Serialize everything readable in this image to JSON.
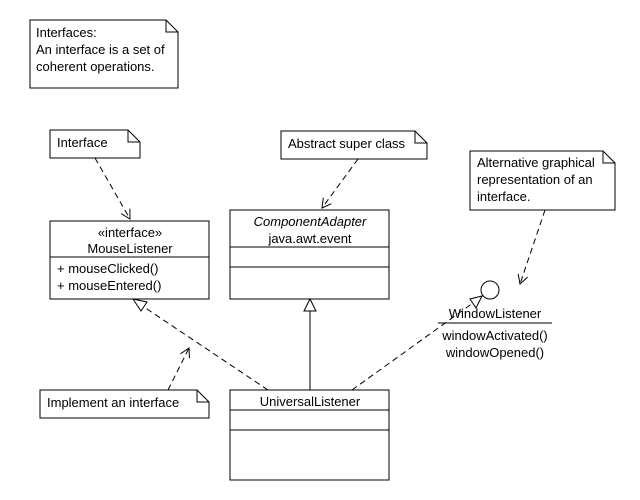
{
  "notes": {
    "interfaces": [
      "Interfaces:",
      "An interface is a set of",
      "coherent operations."
    ],
    "interface": [
      "Interface"
    ],
    "abstract": [
      "Abstract super class"
    ],
    "alternative": [
      "Alternative graphical",
      "representation of an",
      "interface."
    ],
    "implement": [
      "Implement an interface"
    ]
  },
  "classes": {
    "mouse_listener": {
      "stereotype": "«interface»",
      "name": "MouseListener",
      "operations": [
        "+ mouseClicked()",
        "+ mouseEntered()"
      ]
    },
    "component_adapter": {
      "name": "ComponentAdapter",
      "package": "java.awt.event"
    },
    "window_listener": {
      "name": "WindowListener",
      "operations": [
        "windowActivated()",
        "windowOpened()"
      ]
    },
    "universal_listener": {
      "name": "UniversalListener"
    }
  }
}
